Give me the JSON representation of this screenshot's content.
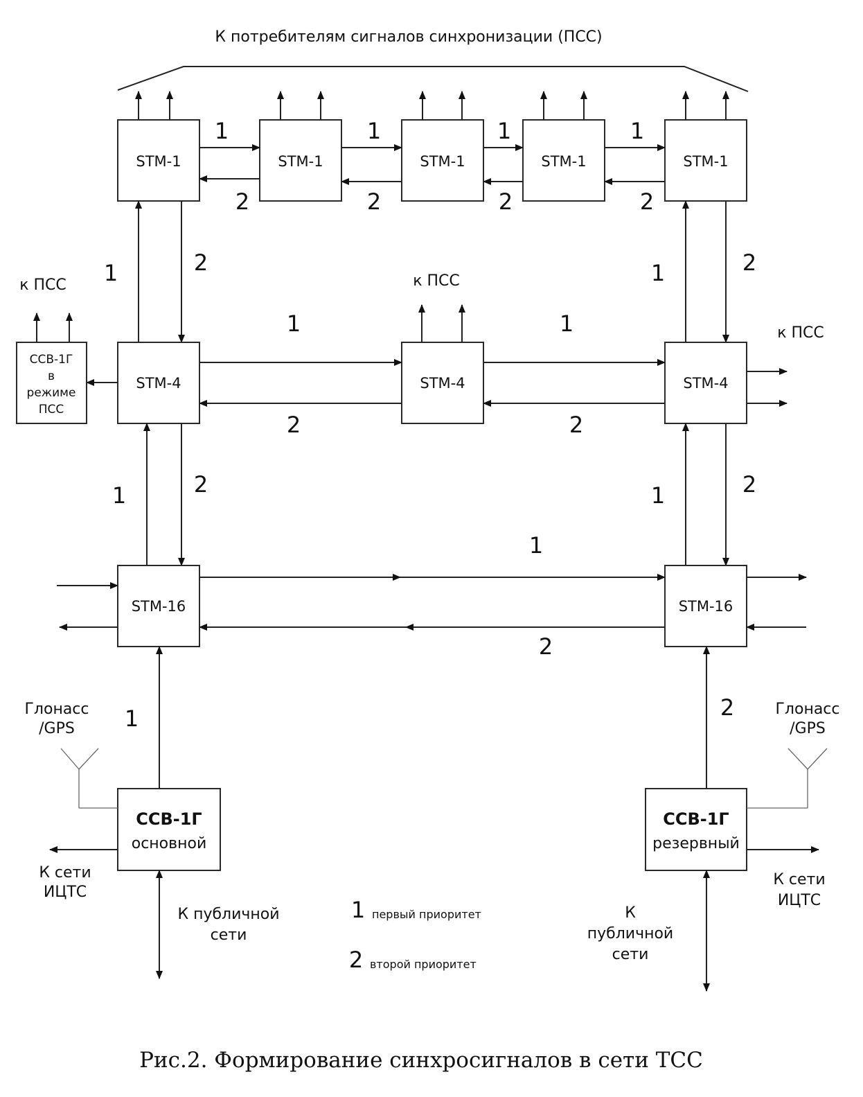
{
  "title_top": "К потребителям сигналов синхронизации (ПСС)",
  "caption": "Рис.2. Формирование синхросигналов в сети ТСС",
  "priority": {
    "first": "1",
    "second": "2"
  },
  "nodes": {
    "stm1": "STM-1",
    "stm4": "STM-4",
    "stm16": "STM-16",
    "ssv_mode": [
      "ССВ-1Г",
      "в",
      "режиме",
      "ПСС"
    ],
    "ssv_main": {
      "name": "ССВ-1Г",
      "role": "основной"
    },
    "ssv_reserve": {
      "name": "ССВ-1Г",
      "role": "резервный"
    }
  },
  "labels": {
    "k_pss": "к ПСС",
    "glonass": [
      "Глонасс",
      "/GPS"
    ],
    "k_seti": [
      "К сети",
      "ИЦТС"
    ],
    "k_public_left": [
      "К публичной",
      "сети"
    ],
    "k_public_right": [
      "К",
      "публичной",
      "сети"
    ]
  },
  "legend": [
    {
      "num": "1",
      "text": "первый приоритет"
    },
    {
      "num": "2",
      "text": "второй приоритет"
    }
  ]
}
